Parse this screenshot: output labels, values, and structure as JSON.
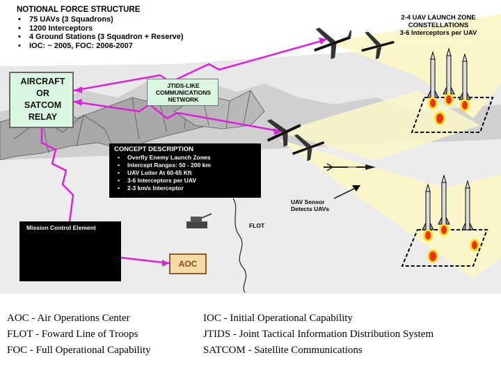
{
  "force_structure": {
    "title": "NOTIONAL FORCE STRUCTURE",
    "items": [
      "75 UAVs (3 Squadrons)",
      "1200 Interceptors",
      "4 Ground Stations (3 Squadron + Reserve)",
      "IOC: ~ 2005, FOC: 2006-2007"
    ]
  },
  "launch_zone": {
    "lines": [
      "2-4 UAV LAUNCH ZONE",
      "CONSTELLATIONS",
      "3-6 Interceptors per UAV"
    ]
  },
  "relay": {
    "lines": [
      "AIRCRAFT",
      "OR",
      "SATCOM",
      "RELAY"
    ]
  },
  "jtids": {
    "lines": [
      "JTIDS-LIKE",
      "COMMUNICATIONS",
      "NETWORK"
    ]
  },
  "concept": {
    "title": "CONCEPT DESCRIPTION",
    "items": [
      "Overfly Enemy Launch Zones",
      "Intercept Ranges: 50 - 200 km",
      "UAV Loiter At 60-65 Kft",
      "3-6 Interceptors per UAV",
      "2-3 km/s Interceptor"
    ]
  },
  "sensor": {
    "lines": [
      "UAV Sensor",
      "Detects UAVs"
    ]
  },
  "flot_label": "FLOT",
  "mce_title": "Mission Control Element",
  "aoc_label": "AOC",
  "legend": {
    "left": [
      "AOC - Air Operations Center",
      "FLOT - Foward Line of Troops",
      "FOC - Full Operational Capability"
    ],
    "right": [
      "IOC - Initial Operational Capability",
      "JTIDS - Joint Tactical Information Distribution System",
      "SATCOM - Satellite Communications"
    ]
  },
  "colors": {
    "link": "#e01ee0",
    "beam": "#fbf7c8",
    "terrain": "#9a9a9a",
    "box_green": "#d9f6e1",
    "aoc_fill": "#f5dba6",
    "flame_red": "#f03010",
    "flame_yellow": "#f8e020"
  }
}
